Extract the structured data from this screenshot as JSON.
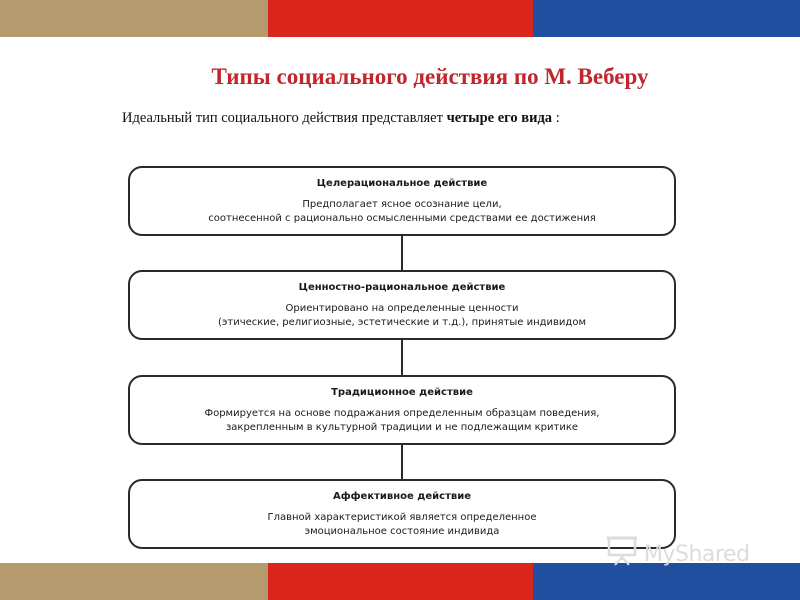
{
  "header": {
    "colors": {
      "gold": "#b59a6e",
      "red": "#d9251c",
      "blue": "#1f4f9e"
    }
  },
  "slide": {
    "title": "Типы социального действия по М. Веберу",
    "subtitle_plain": "Идеальный тип социального действия представляет ",
    "subtitle_bold": "четыре его вида",
    "subtitle_tail": " :"
  },
  "diagram": {
    "boxes": [
      {
        "heading": "Целерациональное действие",
        "lines": [
          "Предполагает ясное осознание цели,",
          "соотнесенной с рационально осмысленными средствами ее достижения"
        ]
      },
      {
        "heading": "Ценностно-рациональное действие",
        "lines": [
          "Ориентировано на определенные ценности",
          "(этические, религиозные, эстетические и т.д.), принятые индивидом"
        ]
      },
      {
        "heading": "Традиционное действие",
        "lines": [
          "Формируется на основе подражания определенным образцам поведения,",
          "закрепленным в культурной традиции и не подлежащим критике"
        ]
      },
      {
        "heading": "Аффективное действие",
        "lines": [
          "Главной характеристикой является определенное",
          "эмоциональное состояние индивида"
        ]
      }
    ]
  },
  "watermark": {
    "text": "MyShared",
    "icon": "presentation-board-icon"
  }
}
